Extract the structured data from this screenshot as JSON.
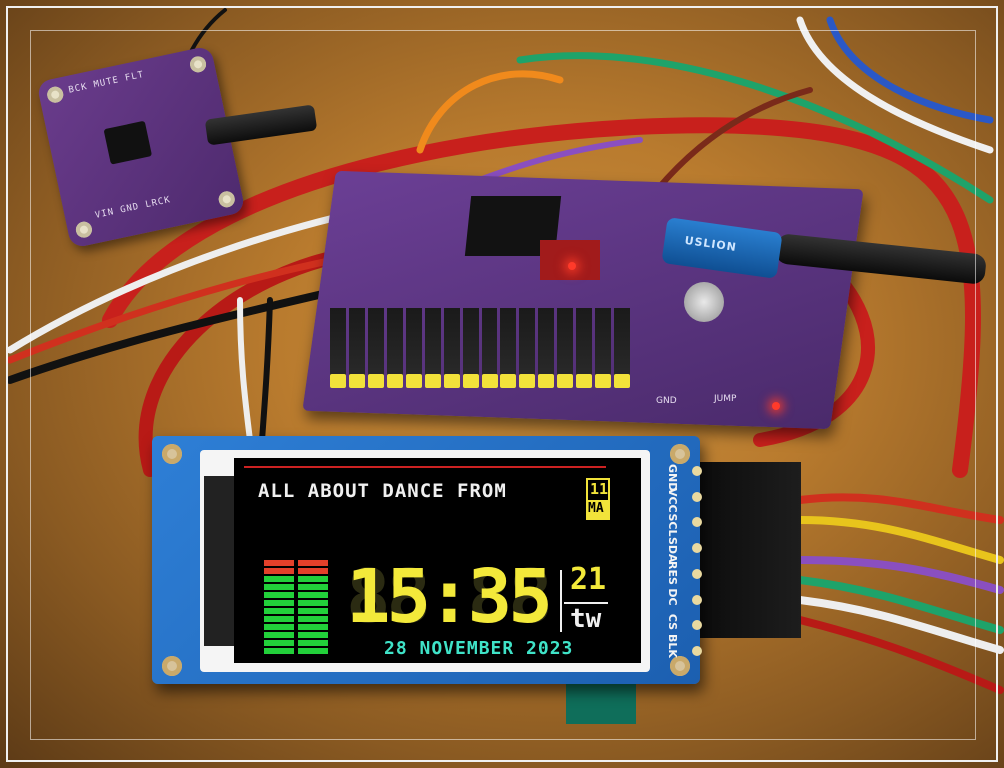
{
  "display": {
    "title": "ALL ABOUT DANCE FROM",
    "badge_top": "11",
    "badge_bottom": "MA",
    "time": "15:35",
    "time_ghost": "88:88",
    "seconds": "21",
    "weekday": "tw",
    "date": "28 NOVEMBER 2023",
    "pin_labels": [
      "GND",
      "VCC",
      "SCL",
      "SDA",
      "RES",
      "DC",
      "CS",
      "BLK"
    ],
    "vu_meter": {
      "segments": 12,
      "left_level": 10,
      "right_level": 10,
      "peak_red_segments": 2
    }
  },
  "board": {
    "usb_brand": "USLION",
    "gnd_label": "GND",
    "jump_label": "JUMP"
  },
  "dac_module": {
    "label_top": "BCK MUTE FLT",
    "label_bottom": "VIN GND LRCK"
  },
  "colors": {
    "clock_yellow": "#f3e93a",
    "date_cyan": "#3fe3c8",
    "vu_green": "#22d03a",
    "vu_red": "#e3402a",
    "pcb_purple": "#5b3380",
    "module_blue": "#2e7fd6"
  }
}
